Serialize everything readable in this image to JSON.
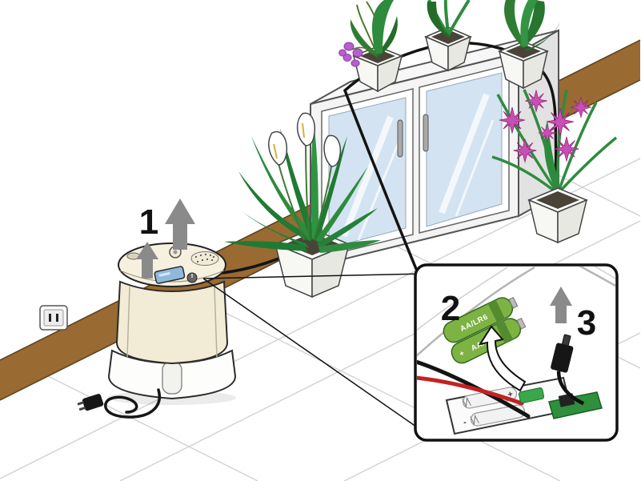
{
  "steps": {
    "one": "1",
    "two": "2",
    "three": "3"
  },
  "battery": {
    "label": "AA/LR6",
    "plus": "+"
  },
  "compartment": {
    "plus": "+",
    "minus": "-"
  },
  "colors": {
    "baseboard": "#9A6A33",
    "arrow_gray": "#8A8A8A",
    "battery_green": "#7CB342",
    "wire_red": "#C32222",
    "pcb_green": "#2F8F3C",
    "flower_pink": "#C94FB4",
    "leaf_green": "#2E7D32",
    "glass_blue": "#D3E3F1",
    "tube_black": "#141414"
  }
}
